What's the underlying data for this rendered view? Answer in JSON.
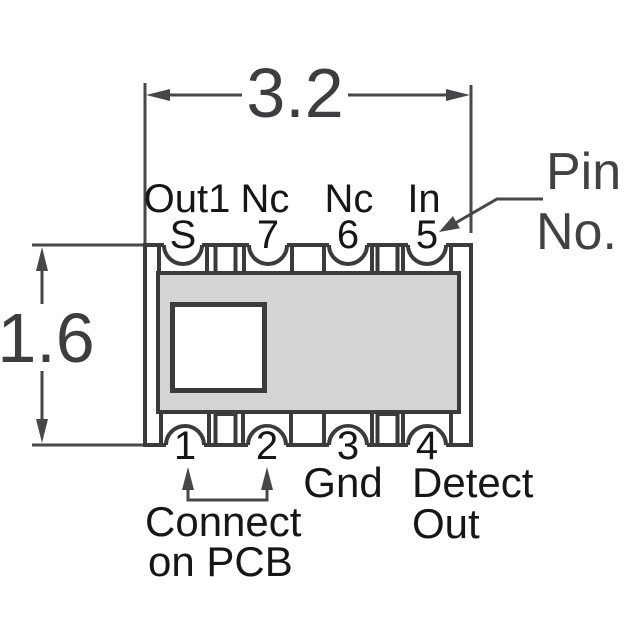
{
  "title": "Component package pinout and dimension diagram",
  "dimensions": {
    "width": "3.2",
    "height": "1.6"
  },
  "pin_note": {
    "line1": "Pin",
    "line2": "No."
  },
  "pins": {
    "top": [
      {
        "label": "Out1",
        "number": "S"
      },
      {
        "label": "Nc",
        "number": "7"
      },
      {
        "label": "Nc",
        "number": "6"
      },
      {
        "label": "In",
        "number": "5"
      }
    ],
    "bottom": [
      {
        "number": "1"
      },
      {
        "number": "2"
      },
      {
        "number": "3"
      },
      {
        "number": "4"
      }
    ]
  },
  "annotations": {
    "gnd": "Gnd",
    "detect_line1": "Detect",
    "detect_line2": "Out",
    "connect_line1": "Connect",
    "connect_line2": "on PCB"
  },
  "colors": {
    "ink": "#161616",
    "line": "#47474a",
    "outline": "#3b3b3e",
    "inner_fill": "#d4d4d6",
    "body_fill": "#ffffff",
    "background": "#ffffff"
  }
}
